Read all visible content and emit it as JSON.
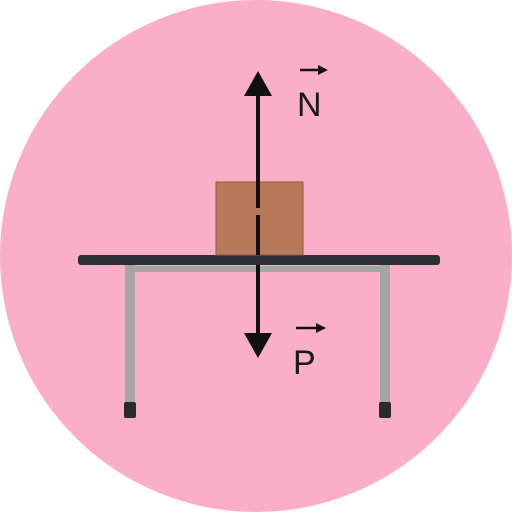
{
  "colors": {
    "background_circle": "#fbaec7",
    "table_top": "#2c2f36",
    "table_legs": "#a5a5a5",
    "table_feet": "#2a2a2a",
    "box_fill": "#b8785a",
    "box_stroke": "#8f5a42",
    "arrows": "#111111"
  },
  "forces": {
    "normal": {
      "label": "N",
      "direction": "up"
    },
    "weight": {
      "label": "P",
      "direction": "down"
    }
  }
}
